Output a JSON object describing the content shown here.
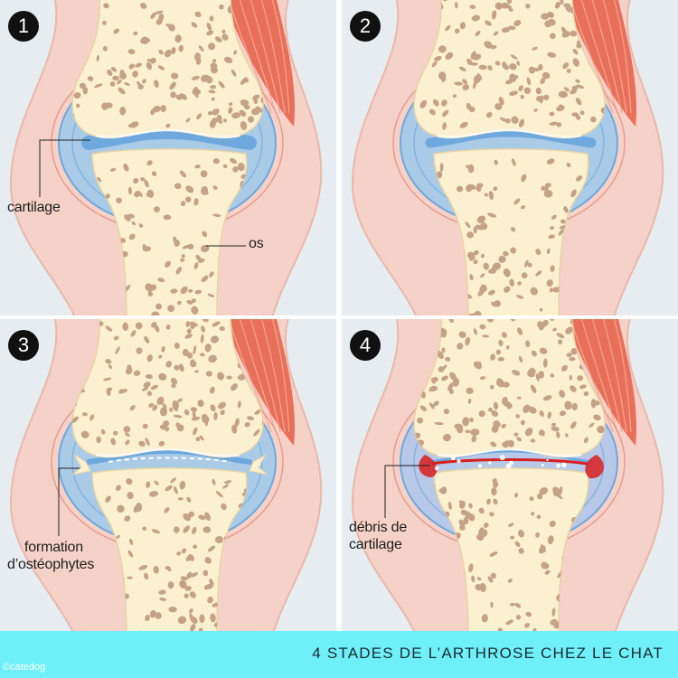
{
  "panels": [
    {
      "badge": "1"
    },
    {
      "badge": "2"
    },
    {
      "badge": "3"
    },
    {
      "badge": "4"
    }
  ],
  "labels": {
    "cartilage": "cartilage",
    "os": "os",
    "osteophytes_line1": "formation",
    "osteophytes_line2": "d’ostéophytes",
    "debris_line1": "débris de",
    "debris_line2": "cartilage"
  },
  "banner": {
    "title": "4 STADES DE L’ARTHROSE CHEZ LE CHAT",
    "copyright": "©catedog"
  },
  "colors": {
    "background": "#e6ecef",
    "skin": "#f6d1c8",
    "bone": "#fbf0cf",
    "bone_pore": "#c5a287",
    "capsule": "#a9cbe8",
    "synovial": "#6ea8dc",
    "muscle": "#e8705a",
    "inflammation": "#d81e1e",
    "banner": "#6ff0f8"
  }
}
